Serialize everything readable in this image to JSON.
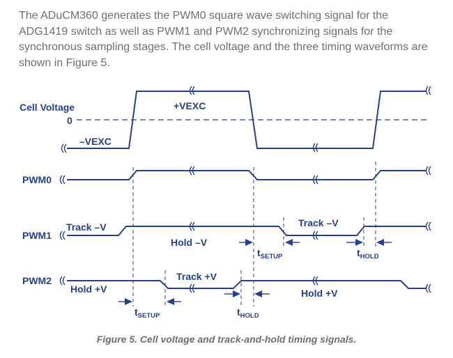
{
  "intro": "The ADuCM360 generates the PWM0 square wave switching signal for the ADG1419 switch as well as PWM1 and PWM2 synchronizing signals for the synchronous sampling stages. The cell voltage and the three timing waveforms are shown in Figure 5.",
  "diagram": {
    "cell_voltage_label": "Cell Voltage",
    "zero_label": "0",
    "pos_exc_label": "+VEXC",
    "neg_exc_label": "–VEXC",
    "pwm0_label": "PWM0",
    "pwm1_label": "PWM1",
    "pwm2_label": "PWM2",
    "track_neg_1": "Track –V",
    "track_neg_2": "Track –V",
    "hold_neg": "Hold –V",
    "track_pos": "Track +V",
    "hold_pos_1": "Hold +V",
    "hold_pos_2": "Hold +V",
    "t_main": "t",
    "setup_sub": "SETUP",
    "hold_sub": "HOLD"
  },
  "caption": "Figure 5. Cell voltage and track-and-hold timing signals.",
  "colors": {
    "diagram": "#25408f",
    "text": "#6f6f6f"
  }
}
